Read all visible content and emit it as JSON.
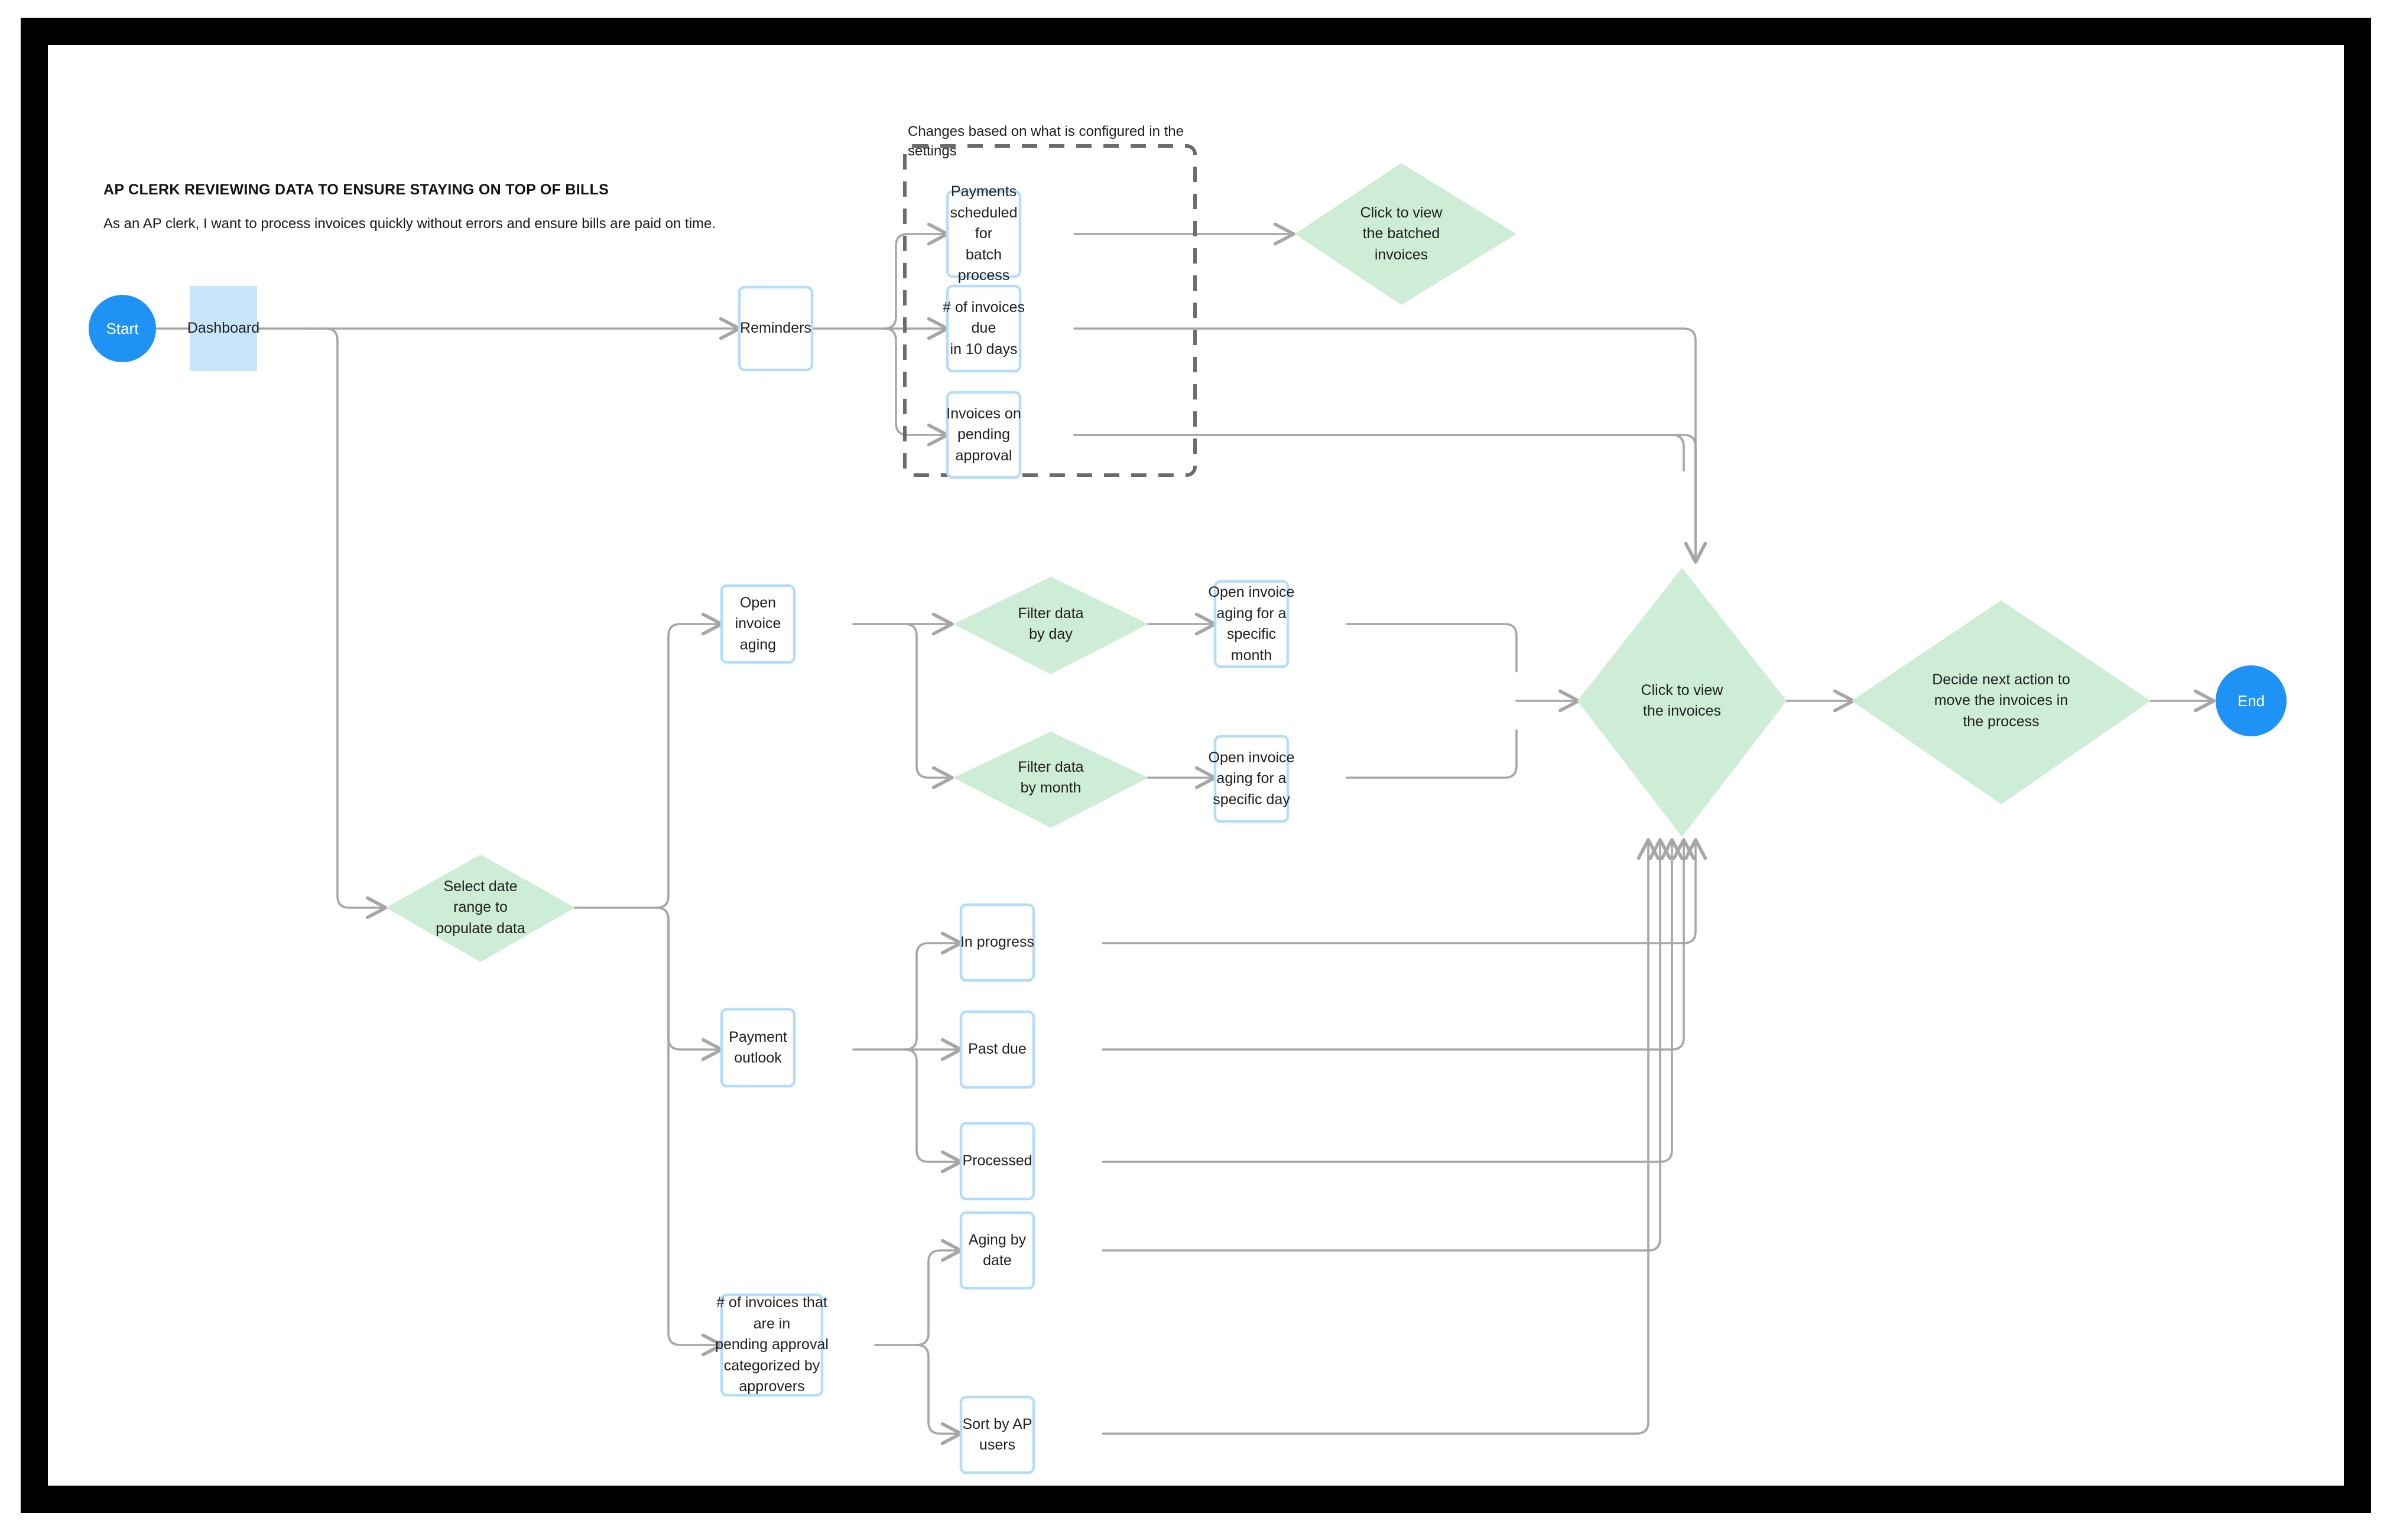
{
  "header": {
    "title": "AP CLERK REVIEWING DATA TO ENSURE STAYING ON TOP OF BILLS",
    "subtitle": "As an AP clerk, I want to process invoices quickly without errors and ensure bills are paid on time."
  },
  "annotation": {
    "settings_note": "Changes based on what is configured in the settings"
  },
  "colors": {
    "terminator_fill": "#1f93f5",
    "terminator_text": "#ffffff",
    "process_border": "#b3ddfb",
    "process_fill": "#ffffff",
    "highlight_fill": "#cdedd6",
    "decision_fill": "#c8f0d3",
    "connector": "#a6a6a6",
    "dashed_group": "#6b6b6b",
    "frame": "#000000",
    "text": "#1f1f1f"
  },
  "nodes": {
    "start": {
      "label": "Start",
      "shape": "circle"
    },
    "dashboard": {
      "label": "Dashboard",
      "shape": "rect-filled"
    },
    "reminders": {
      "label": "Reminders",
      "shape": "rect"
    },
    "payments_batch": {
      "label": "Payments\nscheduled for\nbatch process",
      "shape": "rect"
    },
    "invoices_due_10": {
      "label": "# of invoices due\nin 10 days",
      "shape": "rect"
    },
    "invoices_pending": {
      "label": "Invoices on\npending approval",
      "shape": "rect"
    },
    "click_batched": {
      "label": "Click to view\nthe batched\ninvoices",
      "shape": "diamond"
    },
    "select_date_range": {
      "label": "Select date\nrange to\npopulate data",
      "shape": "diamond"
    },
    "open_invoice_aging": {
      "label": "Open invoice\naging",
      "shape": "rect"
    },
    "filter_by_day": {
      "label": "Filter data\nby day",
      "shape": "diamond"
    },
    "filter_by_month": {
      "label": "Filter data\nby month",
      "shape": "diamond"
    },
    "aging_specific_month": {
      "label": "Open invoice\naging for a\nspecific month",
      "shape": "rect"
    },
    "aging_specific_day": {
      "label": "Open invoice\naging for a\nspecific day",
      "shape": "rect"
    },
    "payment_outlook": {
      "label": "Payment outlook",
      "shape": "rect"
    },
    "in_progress": {
      "label": "In progress",
      "shape": "rect"
    },
    "past_due": {
      "label": "Past due",
      "shape": "rect"
    },
    "processed": {
      "label": "Processed",
      "shape": "rect"
    },
    "pending_approval_count": {
      "label": "# of invoices that are in\npending approval\ncategorized by approvers",
      "shape": "rect"
    },
    "aging_by_date": {
      "label": "Aging by date",
      "shape": "rect"
    },
    "sort_by_ap_users": {
      "label": "Sort by AP users",
      "shape": "rect"
    },
    "click_view_invoices": {
      "label": "Click to view\nthe invoices",
      "shape": "diamond"
    },
    "decide_next_action": {
      "label": "Decide next action to\nmove the invoices in\nthe process",
      "shape": "diamond"
    },
    "end": {
      "label": "End",
      "shape": "circle"
    }
  },
  "edges": [
    {
      "from": "start",
      "to": "dashboard"
    },
    {
      "from": "dashboard",
      "to": "reminders"
    },
    {
      "from": "dashboard",
      "to": "select_date_range"
    },
    {
      "from": "reminders",
      "to": "payments_batch"
    },
    {
      "from": "reminders",
      "to": "invoices_due_10"
    },
    {
      "from": "reminders",
      "to": "invoices_pending"
    },
    {
      "from": "payments_batch",
      "to": "click_batched"
    },
    {
      "from": "invoices_due_10",
      "to": "click_view_invoices"
    },
    {
      "from": "invoices_pending",
      "to": "click_view_invoices"
    },
    {
      "from": "select_date_range",
      "to": "open_invoice_aging"
    },
    {
      "from": "select_date_range",
      "to": "payment_outlook"
    },
    {
      "from": "select_date_range",
      "to": "pending_approval_count"
    },
    {
      "from": "open_invoice_aging",
      "to": "filter_by_day"
    },
    {
      "from": "open_invoice_aging",
      "to": "filter_by_month"
    },
    {
      "from": "filter_by_day",
      "to": "aging_specific_month"
    },
    {
      "from": "filter_by_month",
      "to": "aging_specific_day"
    },
    {
      "from": "aging_specific_month",
      "to": "click_view_invoices"
    },
    {
      "from": "aging_specific_day",
      "to": "click_view_invoices"
    },
    {
      "from": "payment_outlook",
      "to": "in_progress"
    },
    {
      "from": "payment_outlook",
      "to": "past_due"
    },
    {
      "from": "payment_outlook",
      "to": "processed"
    },
    {
      "from": "in_progress",
      "to": "click_view_invoices"
    },
    {
      "from": "past_due",
      "to": "click_view_invoices"
    },
    {
      "from": "processed",
      "to": "click_view_invoices"
    },
    {
      "from": "pending_approval_count",
      "to": "aging_by_date"
    },
    {
      "from": "pending_approval_count",
      "to": "sort_by_ap_users"
    },
    {
      "from": "aging_by_date",
      "to": "click_view_invoices"
    },
    {
      "from": "sort_by_ap_users",
      "to": "click_view_invoices"
    },
    {
      "from": "click_view_invoices",
      "to": "decide_next_action"
    },
    {
      "from": "decide_next_action",
      "to": "end"
    }
  ],
  "group": {
    "label": "settings-configured-group",
    "style": "dashed"
  }
}
